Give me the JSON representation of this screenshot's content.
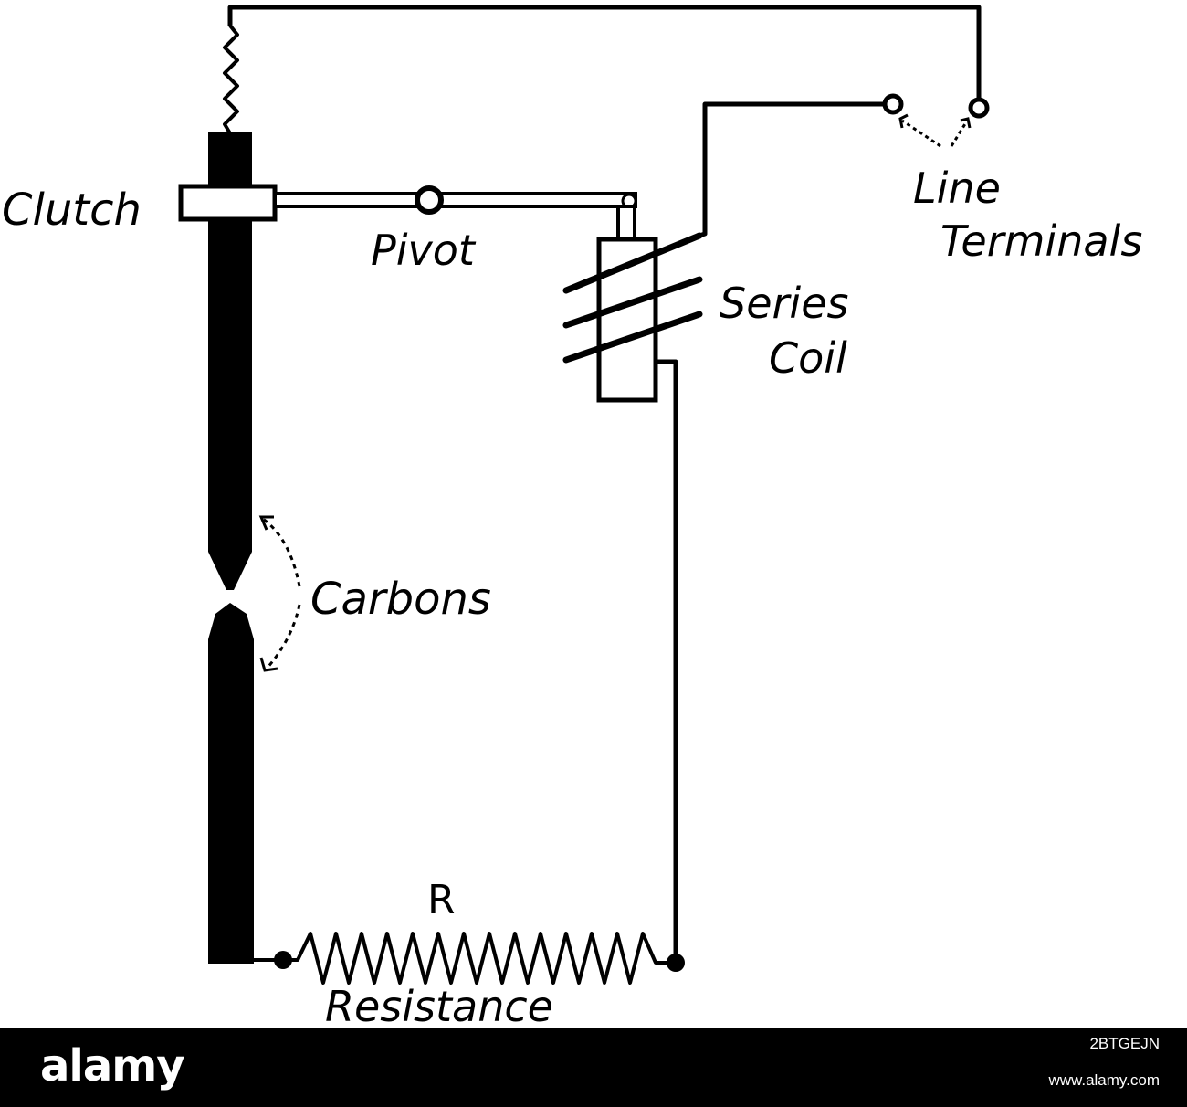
{
  "diagram": {
    "labels": {
      "clutch": "Clutch",
      "pivot": "Pivot",
      "line": "Line",
      "terminals": "Terminals",
      "series": "Series",
      "coil": "Coil",
      "carbons": "Carbons",
      "r": "R",
      "resistance": "Resistance"
    }
  },
  "footer": {
    "brand": "alamy",
    "image_id": "2BTGEJN",
    "url": "www.alamy.com"
  },
  "colors": {
    "ink": "#000000",
    "background": "#ffffff",
    "footer_bg": "#000000",
    "footer_text": "#ffffff"
  }
}
